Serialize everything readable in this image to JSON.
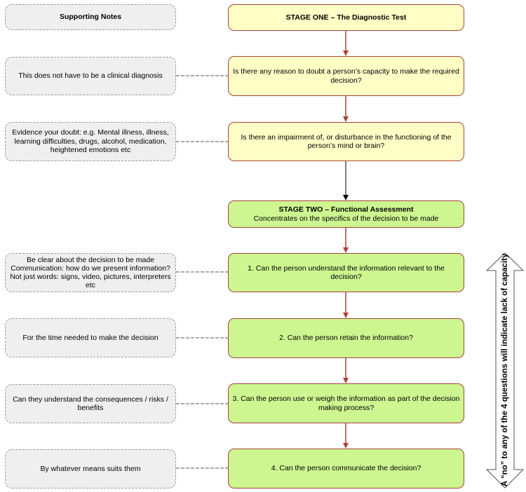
{
  "notes": {
    "header": "Supporting Notes",
    "note1": "This does not have to be a clinical diagnosis",
    "note2": "Evidence your doubt: e.g. Mental illness, illness, learning difficulties, drugs, alcohol, medication, heightened emotions etc",
    "note3_line1": "Be clear about the decision to be made",
    "note3_line2": "Communication: how do we present information?",
    "note3_line3": "Not just words: signs, video, pictures, interpreters etc",
    "note4": "For the time needed to make the decision",
    "note5": "Can they understand the consequences / risks / benefits",
    "note6": "By whatever means suits them"
  },
  "stage_one": {
    "title": "STAGE ONE – The Diagnostic Test",
    "q1": "Is there any reason to doubt a person’s capacity to make the required decision?",
    "q2": "Is there an impairment of, or disturbance in the functioning of the person’s mind or brain?"
  },
  "stage_two": {
    "title": "STAGE TWO – Functional Assessment",
    "subtitle": "Concentrates on the specifics of the decision to be made",
    "q1": "1. Can the person understand the information relevant to the decision?",
    "q2": "2. Can the person retain the information?",
    "q3": "3. Can the person use or weigh the information as part of the decision making process?",
    "q4": "4. Can the person communicate the decision?"
  },
  "side_label": "A “no” to any of the 4 questions will indicate lack of capacity",
  "colors": {
    "stage_one_fill": "#ffffc6",
    "stage_two_fill": "#cdf590",
    "note_fill": "#efefef",
    "arrow": "#a9443a",
    "border": "#a9443a"
  }
}
